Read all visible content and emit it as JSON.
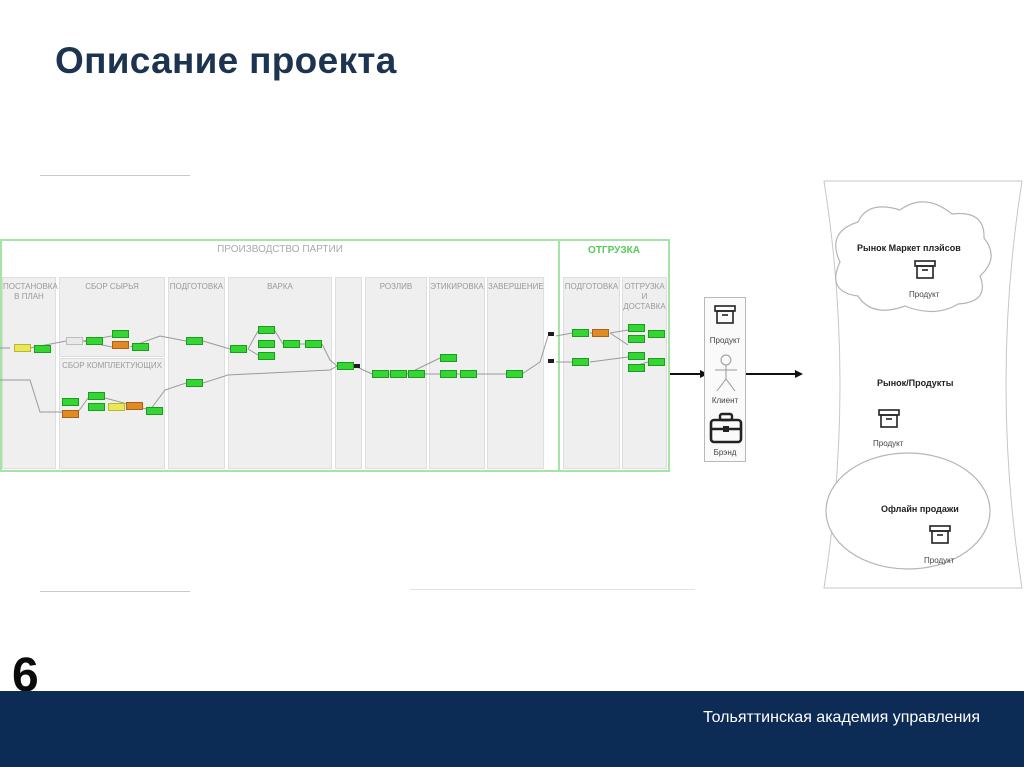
{
  "slide": {
    "title": "Описание проекта",
    "page_number": "6",
    "footer": "Тольяттинская академия управления"
  },
  "diagram": {
    "group_production": "ПРОИЗВОДСТВО ПАРТИИ",
    "group_shipping": "ОТГРУЗКА",
    "lanes": [
      "ПОСТАНОВКА В ПЛАН",
      "СБОР СЫРЬЯ",
      "ПОДГОТОВКА",
      "ВАРКА",
      "РОЗЛИВ",
      "ЭТИКИРОВКА",
      "ЗАВЕРШЕНИЕ",
      "ПОДГОТОВКА",
      "ОТГРУЗКА И ДОСТАВКА"
    ],
    "sublane": "СБОР КОМПЛЕКТУЮЩИХ",
    "actor": {
      "product": "Продукт",
      "client": "Клиент",
      "brand": "Брэнд"
    },
    "markets": {
      "marketplace": "Рынок Маркет плэйсов",
      "products_market": "Рынок/Продукты",
      "offline": "Офлайн продажи",
      "product_1": "Продукт",
      "product_2": "Продукт",
      "product_3": "Продукт"
    }
  },
  "colors": {
    "title": "#1c3450",
    "footer_bg": "#0c2b55",
    "node_green": "#33d633",
    "node_yellow": "#e9e85a",
    "node_orange": "#e08a24",
    "group_border": "#a6e3a6"
  }
}
